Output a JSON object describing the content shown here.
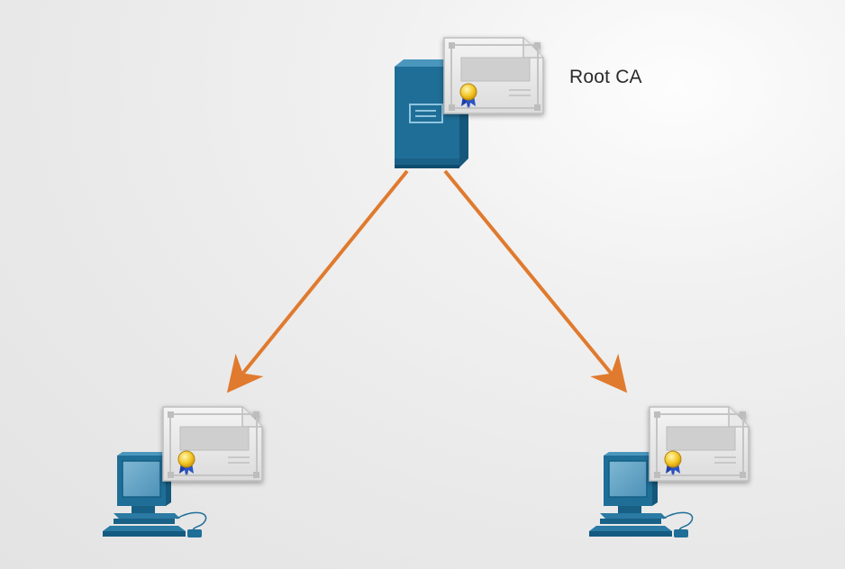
{
  "nodes": {
    "root": {
      "label": "Root CA",
      "icon": "server-icon",
      "certificate_icon": "certificate-icon"
    },
    "left_client": {
      "icon": "computer-icon",
      "certificate_icon": "certificate-icon"
    },
    "right_client": {
      "icon": "computer-icon",
      "certificate_icon": "certificate-icon"
    }
  },
  "edges": [
    {
      "from": "root",
      "to": "left_client"
    },
    {
      "from": "root",
      "to": "right_client"
    }
  ],
  "colors": {
    "arrow": "#e07a2e",
    "device_blue": "#1f6e97",
    "device_dark": "#15587c",
    "certificate_frame": "#d9d9d9",
    "seal_gold": "#f2c623",
    "seal_ribbon": "#1f3fa6"
  }
}
